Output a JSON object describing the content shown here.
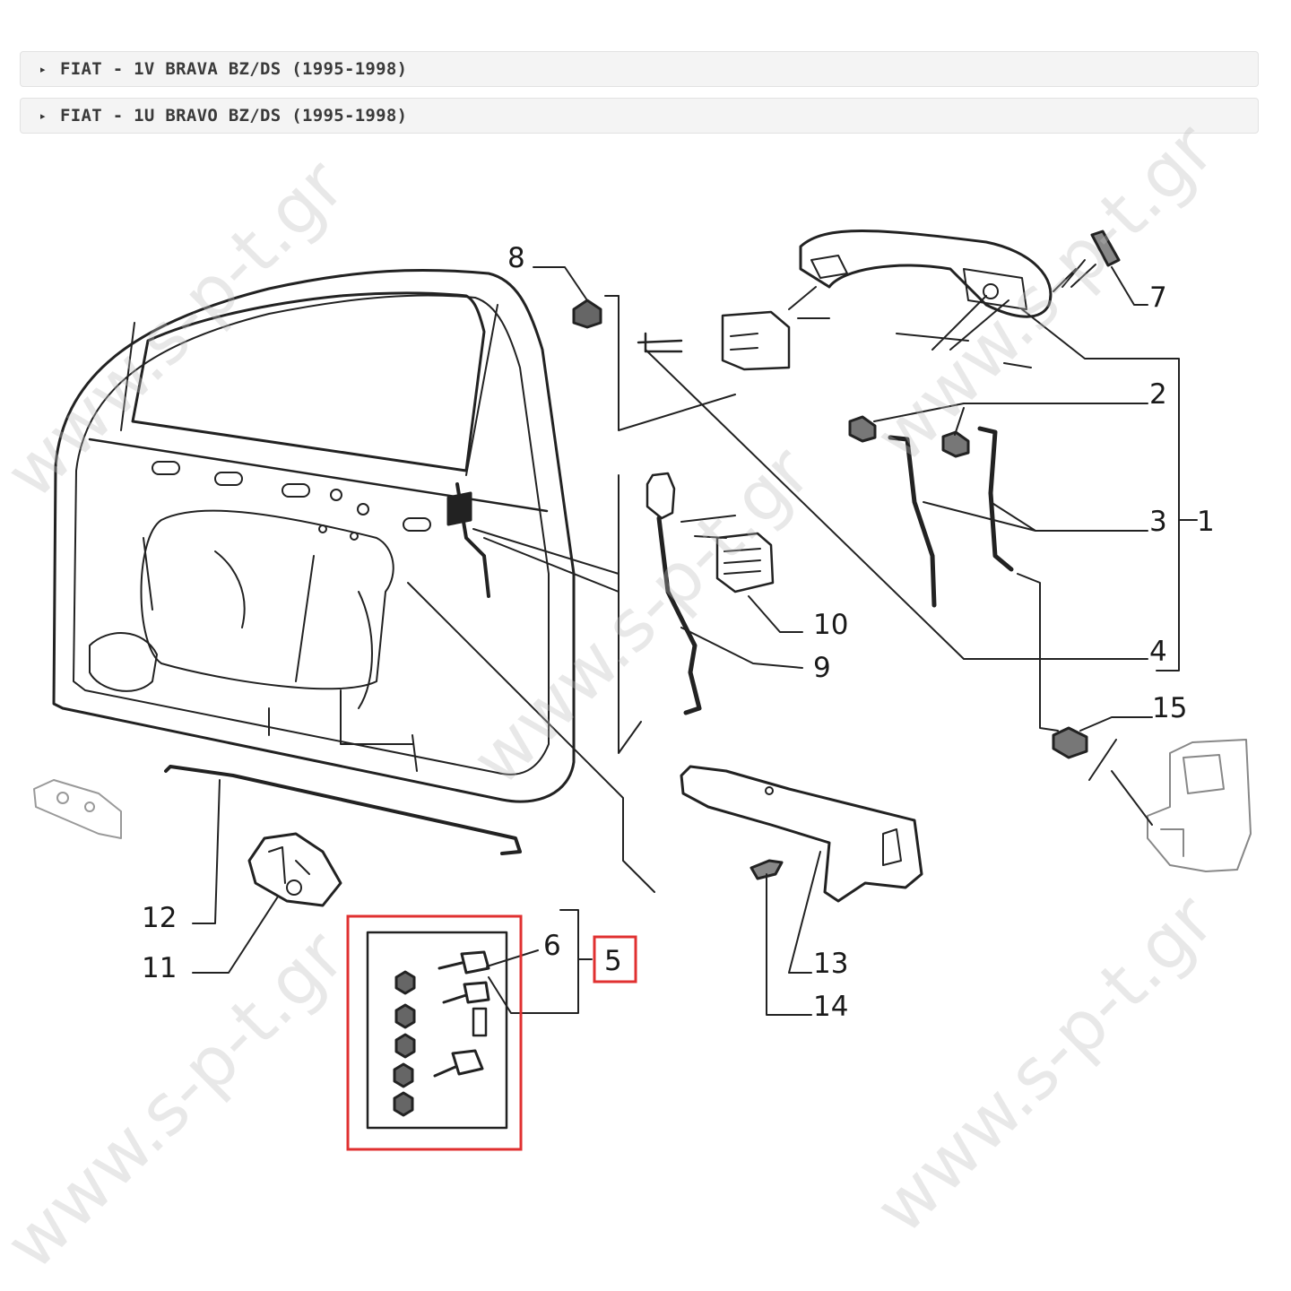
{
  "vehicle_list": [
    {
      "label": "FIAT - 1V BRAVA BZ/DS (1995-1998)"
    },
    {
      "label": "FIAT - 1U BRAVO BZ/DS (1995-1998)"
    }
  ],
  "icons": {
    "row_expand": "triangle-right-icon"
  },
  "callouts": {
    "c1": "1",
    "c2": "2",
    "c3": "3",
    "c4": "4",
    "c5": "5",
    "c6": "6",
    "c7": "7",
    "c8": "8",
    "c9": "9",
    "c10": "10",
    "c11": "11",
    "c12": "12",
    "c13": "13",
    "c14": "14",
    "c15": "15"
  },
  "highlight_color": "#e03030",
  "watermark": "www.s-p-t.gr"
}
